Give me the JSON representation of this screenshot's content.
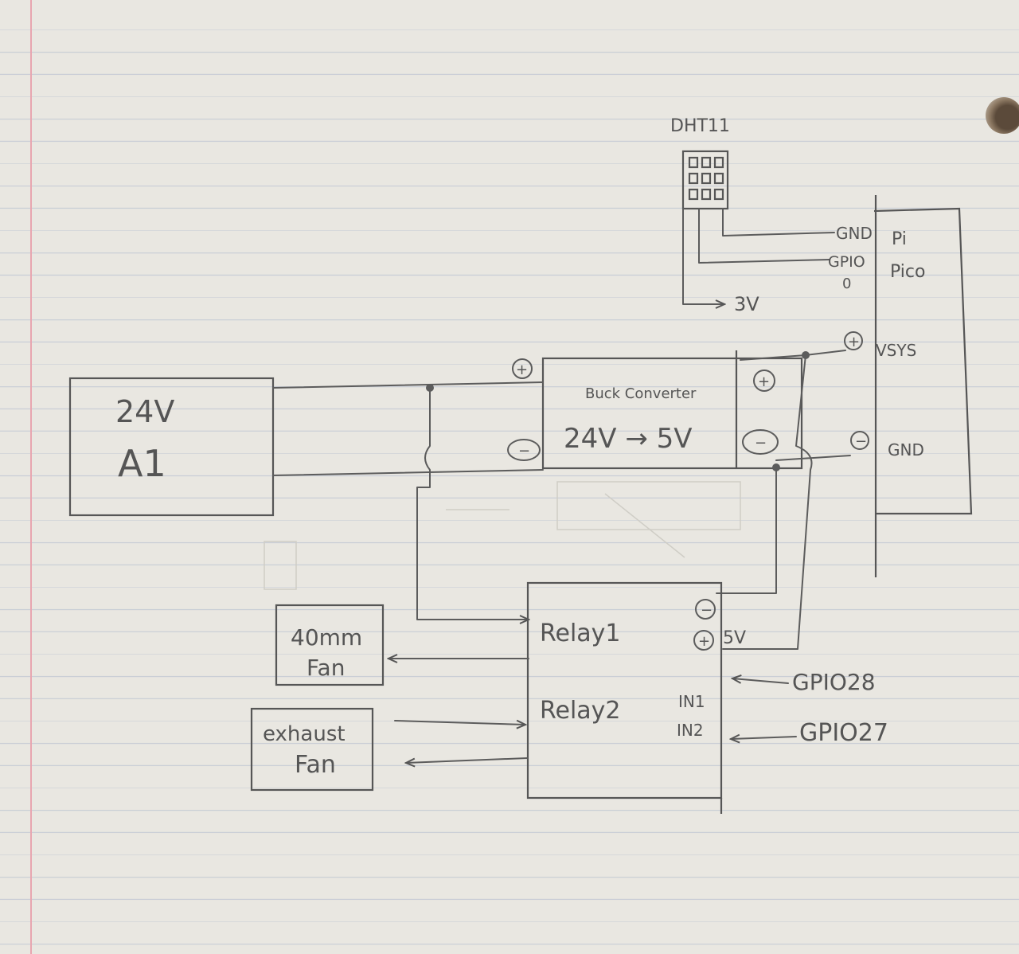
{
  "labels": {
    "dht": "DHT11",
    "pi_pico": [
      "Pi",
      "Pico"
    ],
    "gnd_top": "GND",
    "gpio0": [
      "GPIO",
      "0"
    ],
    "v3": "3V",
    "plus_vsys": "+",
    "vsys": "VSYS",
    "minus_gnd": "−",
    "gnd_mid": "GND",
    "supply": [
      "24V",
      "A1"
    ],
    "buck_title": "Buck Converter",
    "buck_main": "24V → 5V",
    "buck_in_plus": "+",
    "buck_in_minus": "−",
    "buck_out_plus": "+",
    "buck_out_minus": "−",
    "relay1": "Relay1",
    "relay2": "Relay2",
    "relay_minus": "−",
    "relay_plus": "+",
    "relay_5v": "5V",
    "in1": "IN1",
    "in2": "IN2",
    "gpio28": "GPIO28",
    "gpio27": "GPIO27",
    "fan40": [
      "40mm",
      "Fan"
    ],
    "exhaust": [
      "exhaust",
      "Fan"
    ]
  }
}
